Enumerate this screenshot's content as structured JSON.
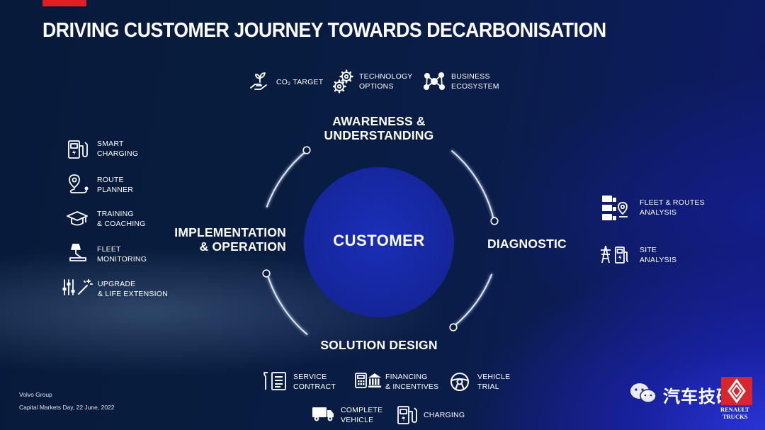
{
  "title": "DRIVING CUSTOMER JOURNEY TOWARDS DECARBONISATION",
  "center": "CUSTOMER",
  "stages": {
    "awareness": [
      "AWARENESS &",
      "UNDERSTANDING"
    ],
    "diagnostic": [
      "DIAGNOSTIC"
    ],
    "solution": [
      "SOLUTION DESIGN"
    ],
    "implementation": [
      "IMPLEMENTATION",
      "& OPERATION"
    ]
  },
  "top_items": [
    {
      "icon": "plant-hand-icon",
      "lines": [
        "CO₂ TARGET"
      ]
    },
    {
      "icon": "gears-icon",
      "lines": [
        "TECHNOLOGY",
        "OPTIONS"
      ]
    },
    {
      "icon": "network-icon",
      "lines": [
        "BUSINESS",
        "ECOSYSTEM"
      ]
    }
  ],
  "left_items": [
    {
      "icon": "charging-station-icon",
      "lines": [
        "SMART",
        "CHARGING"
      ]
    },
    {
      "icon": "route-pin-icon",
      "lines": [
        "ROUTE",
        "PLANNER"
      ]
    },
    {
      "icon": "graduation-cap-icon",
      "lines": [
        "TRAINING",
        "& COACHING"
      ]
    },
    {
      "icon": "desk-lamp-icon",
      "lines": [
        "FLEET",
        "MONITORING"
      ]
    },
    {
      "icon": "sliders-wand-icon",
      "lines": [
        "UPGRADE",
        "& LIFE EXTENSION"
      ]
    }
  ],
  "right_items": [
    {
      "icon": "trucks-pin-icon",
      "lines": [
        "FLEET & ROUTES",
        "ANALYSIS"
      ]
    },
    {
      "icon": "pylon-charger-icon",
      "lines": [
        "SITE",
        "ANALYSIS"
      ]
    }
  ],
  "bottom_items": [
    {
      "icon": "tools-doc-icon",
      "lines": [
        "SERVICE",
        "CONTRACT"
      ]
    },
    {
      "icon": "calculator-bank-icon",
      "lines": [
        "FINANCING",
        "& INCENTIVES"
      ]
    },
    {
      "icon": "steering-wheel-icon",
      "lines": [
        "VEHICLE",
        "TRIAL"
      ]
    },
    {
      "icon": "truck-icon",
      "lines": [
        "COMPLETE",
        "VEHICLE"
      ]
    },
    {
      "icon": "charger-icon",
      "lines": [
        "CHARGING"
      ]
    }
  ],
  "footer": {
    "company": "Volvo Group",
    "event": "Capital Markets Day, 22 June, 2022"
  },
  "watermark": {
    "text": "汽车技研",
    "icon": "wechat-icon"
  },
  "logo": {
    "line1": "RENAULT",
    "line2": "TRUCKS",
    "icon": "renault-trucks-logo"
  },
  "colors": {
    "accent_red": "#e01e25",
    "circle_blue": "#15259a",
    "background": "#081c3e"
  }
}
